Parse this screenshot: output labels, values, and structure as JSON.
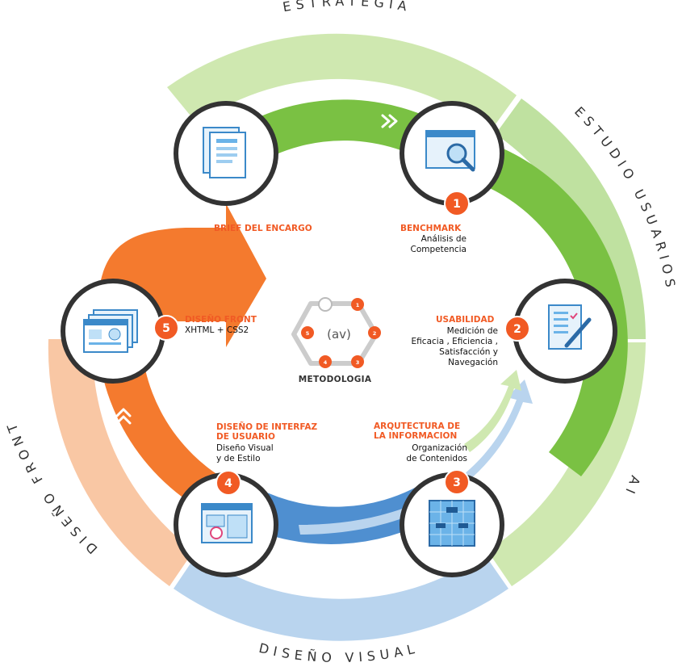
{
  "phases": {
    "estrategia": "ESTRATEGIA",
    "estudio_usuarios": "ESTUDIO USUARIOS",
    "ai": "AI",
    "diseno_visual": "DISEÑO VISUAL",
    "diseno_front": "DISEÑO FRONT"
  },
  "brief": {
    "title": "BRIEF DEL ENCARGO"
  },
  "steps": [
    {
      "number": "1",
      "title": "BENCHMARK",
      "desc": [
        "Análisis de",
        "Competencia"
      ]
    },
    {
      "number": "2",
      "title": "USABILIDAD",
      "desc": [
        "Medición de",
        "Eficacia , Eficiencia ,",
        "Satisfacción y",
        "Navegación"
      ]
    },
    {
      "number": "3",
      "title": [
        "ARQUTECTURA DE",
        "LA INFORMACION"
      ],
      "desc": [
        "Organización",
        "de Contenidos"
      ]
    },
    {
      "number": "4",
      "title": [
        "DISEÑO DE INTERFAZ",
        "DE USUARIO"
      ],
      "desc": [
        "Diseño Visual",
        "y de Estilo"
      ]
    },
    {
      "number": "5",
      "title": "DISEÑO FRONT",
      "desc": [
        "XHTML + CSS2"
      ]
    }
  ],
  "center": {
    "logo_text": "(av)",
    "title": "METODOLOGIA",
    "mini_numbers": [
      "1",
      "2",
      "3",
      "4",
      "5"
    ]
  },
  "colors": {
    "outer_green": "#cfe8b0",
    "mid_green": "#b6dc8f",
    "inner_green": "#7ac143",
    "orange": "#f47a2e",
    "orange_light": "#f9c7a4",
    "blue_dark": "#4f8fd0",
    "blue_light": "#b9d4ee",
    "badge": "#f15a24"
  },
  "icons": {
    "brief": "document-stack-icon",
    "step1": "browser-magnifier-icon",
    "step2": "checklist-pen-icon",
    "step3": "sitemap-grid-icon",
    "step4": "interface-layout-icon",
    "step5": "multiple-windows-icon"
  }
}
